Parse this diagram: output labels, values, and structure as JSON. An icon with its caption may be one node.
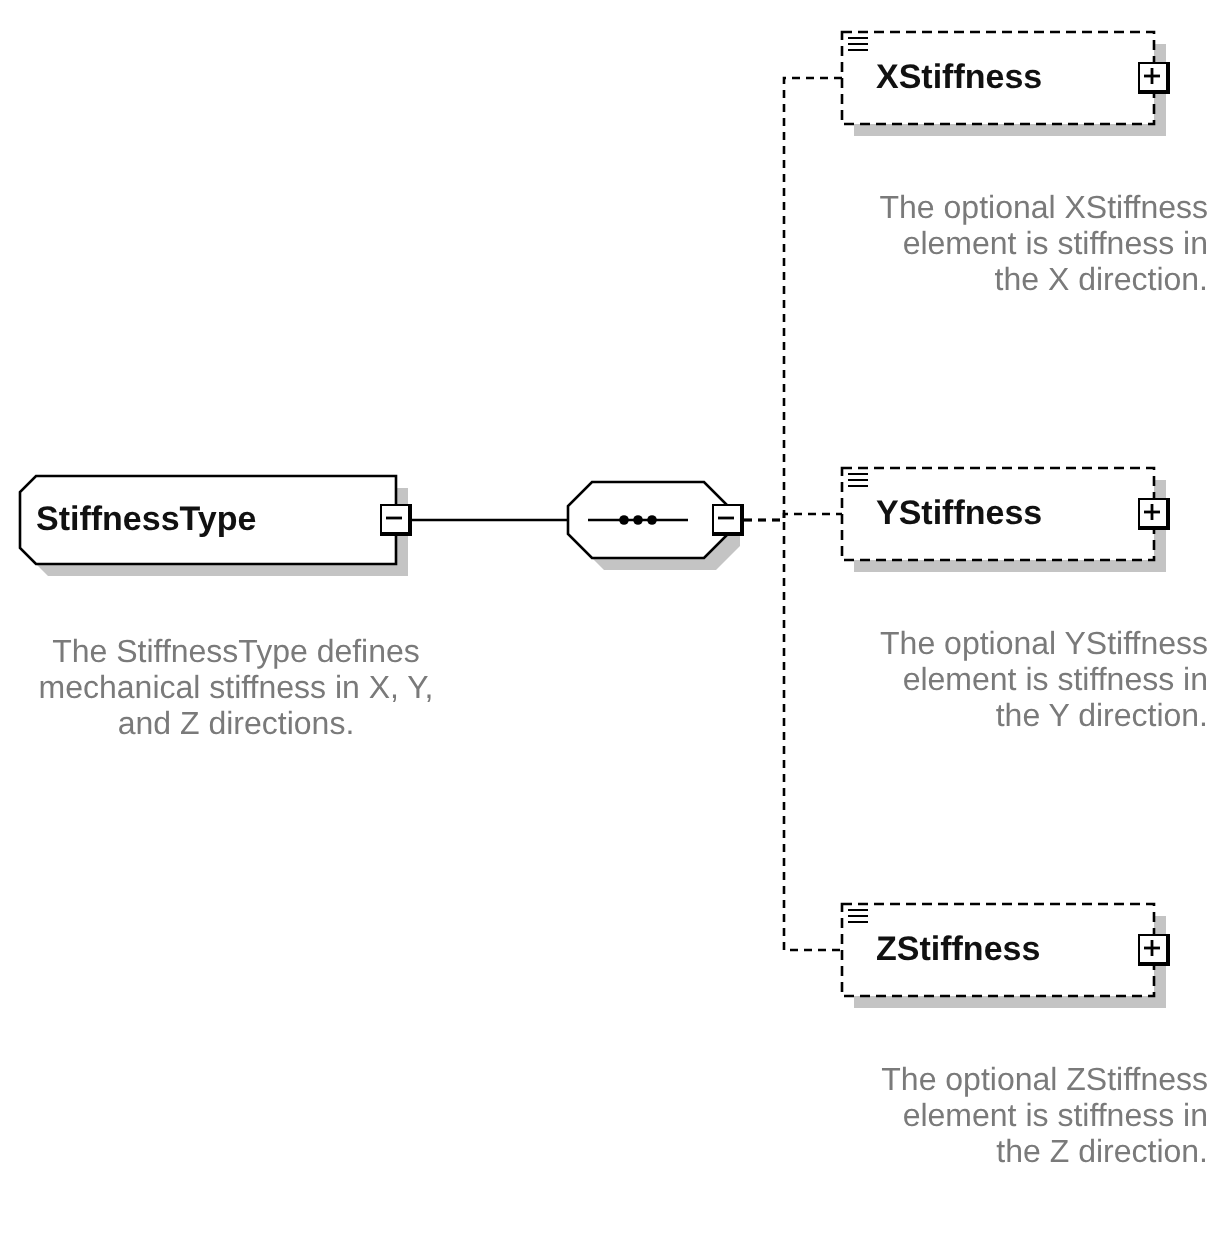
{
  "diagram": {
    "nodes": [
      {
        "text": [
          "StiffnessType"
        ],
        "beside": [
          "The StiffnessType defines mechanical stiffness in X, Y, and Z directions."
        ]
      },
      {
        "text": [],
        "shape": "octagon"
      },
      {
        "text": [
          "XStiffness"
        ],
        "beside": [
          "The optional XStiffness element is stiffness in the X direction."
        ]
      },
      {
        "text": [
          "YStiffness"
        ],
        "beside": [
          "The optional YStiffness element is stiffness in the Y direction."
        ]
      },
      {
        "text": [
          "ZStiffness"
        ],
        "beside": [
          "The optional ZStiffness element is stiffness in the Z direction."
        ]
      }
    ],
    "edges": [
      {
        "from": 0,
        "to": 1,
        "arrow": "none"
      },
      {
        "from": 1,
        "to": 2,
        "arrow": "none",
        "style": "dashed"
      },
      {
        "from": 1,
        "to": 3,
        "arrow": "none",
        "style": "dashed"
      },
      {
        "from": 1,
        "to": 4,
        "arrow": "none",
        "style": "dashed"
      }
    ]
  }
}
